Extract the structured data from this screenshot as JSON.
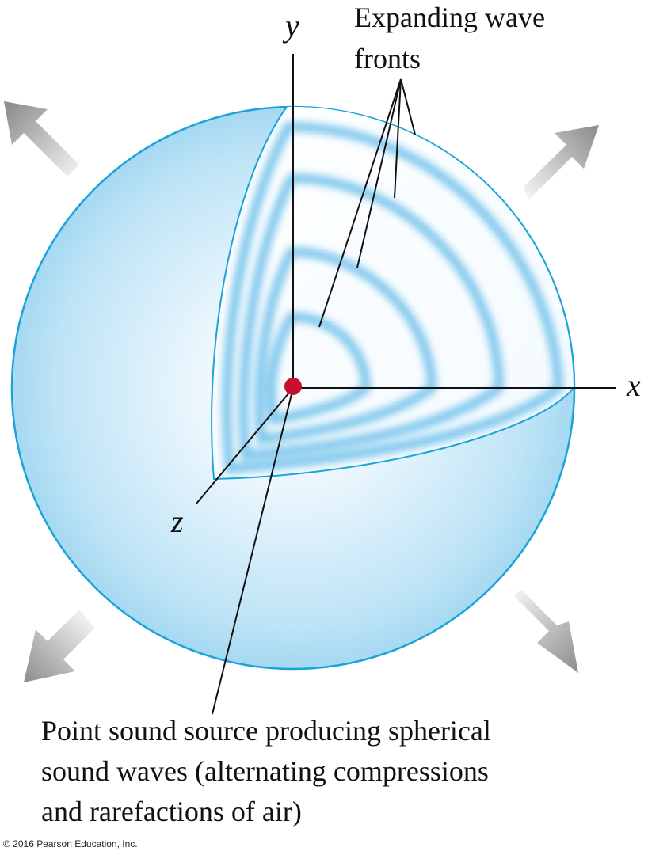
{
  "axes": {
    "x_label": "x",
    "y_label": "y",
    "z_label": "z"
  },
  "callout": {
    "line1": "Expanding wave",
    "line2": "fronts"
  },
  "caption": {
    "line1": "Point sound source producing spherical",
    "line2": "sound waves (alternating compressions",
    "line3": "and rarefactions of air)"
  },
  "copyright": "© 2016 Pearson Education, Inc.",
  "colors": {
    "sphere_edge": "#1aa3d9",
    "wavefront": "#7cc6ec",
    "source": "#c8102e",
    "arrow": "#9a9a9a"
  },
  "icons": {
    "arrows": [
      "arrow-up-left-icon",
      "arrow-up-right-icon",
      "arrow-down-left-icon",
      "arrow-down-right-icon"
    ]
  }
}
